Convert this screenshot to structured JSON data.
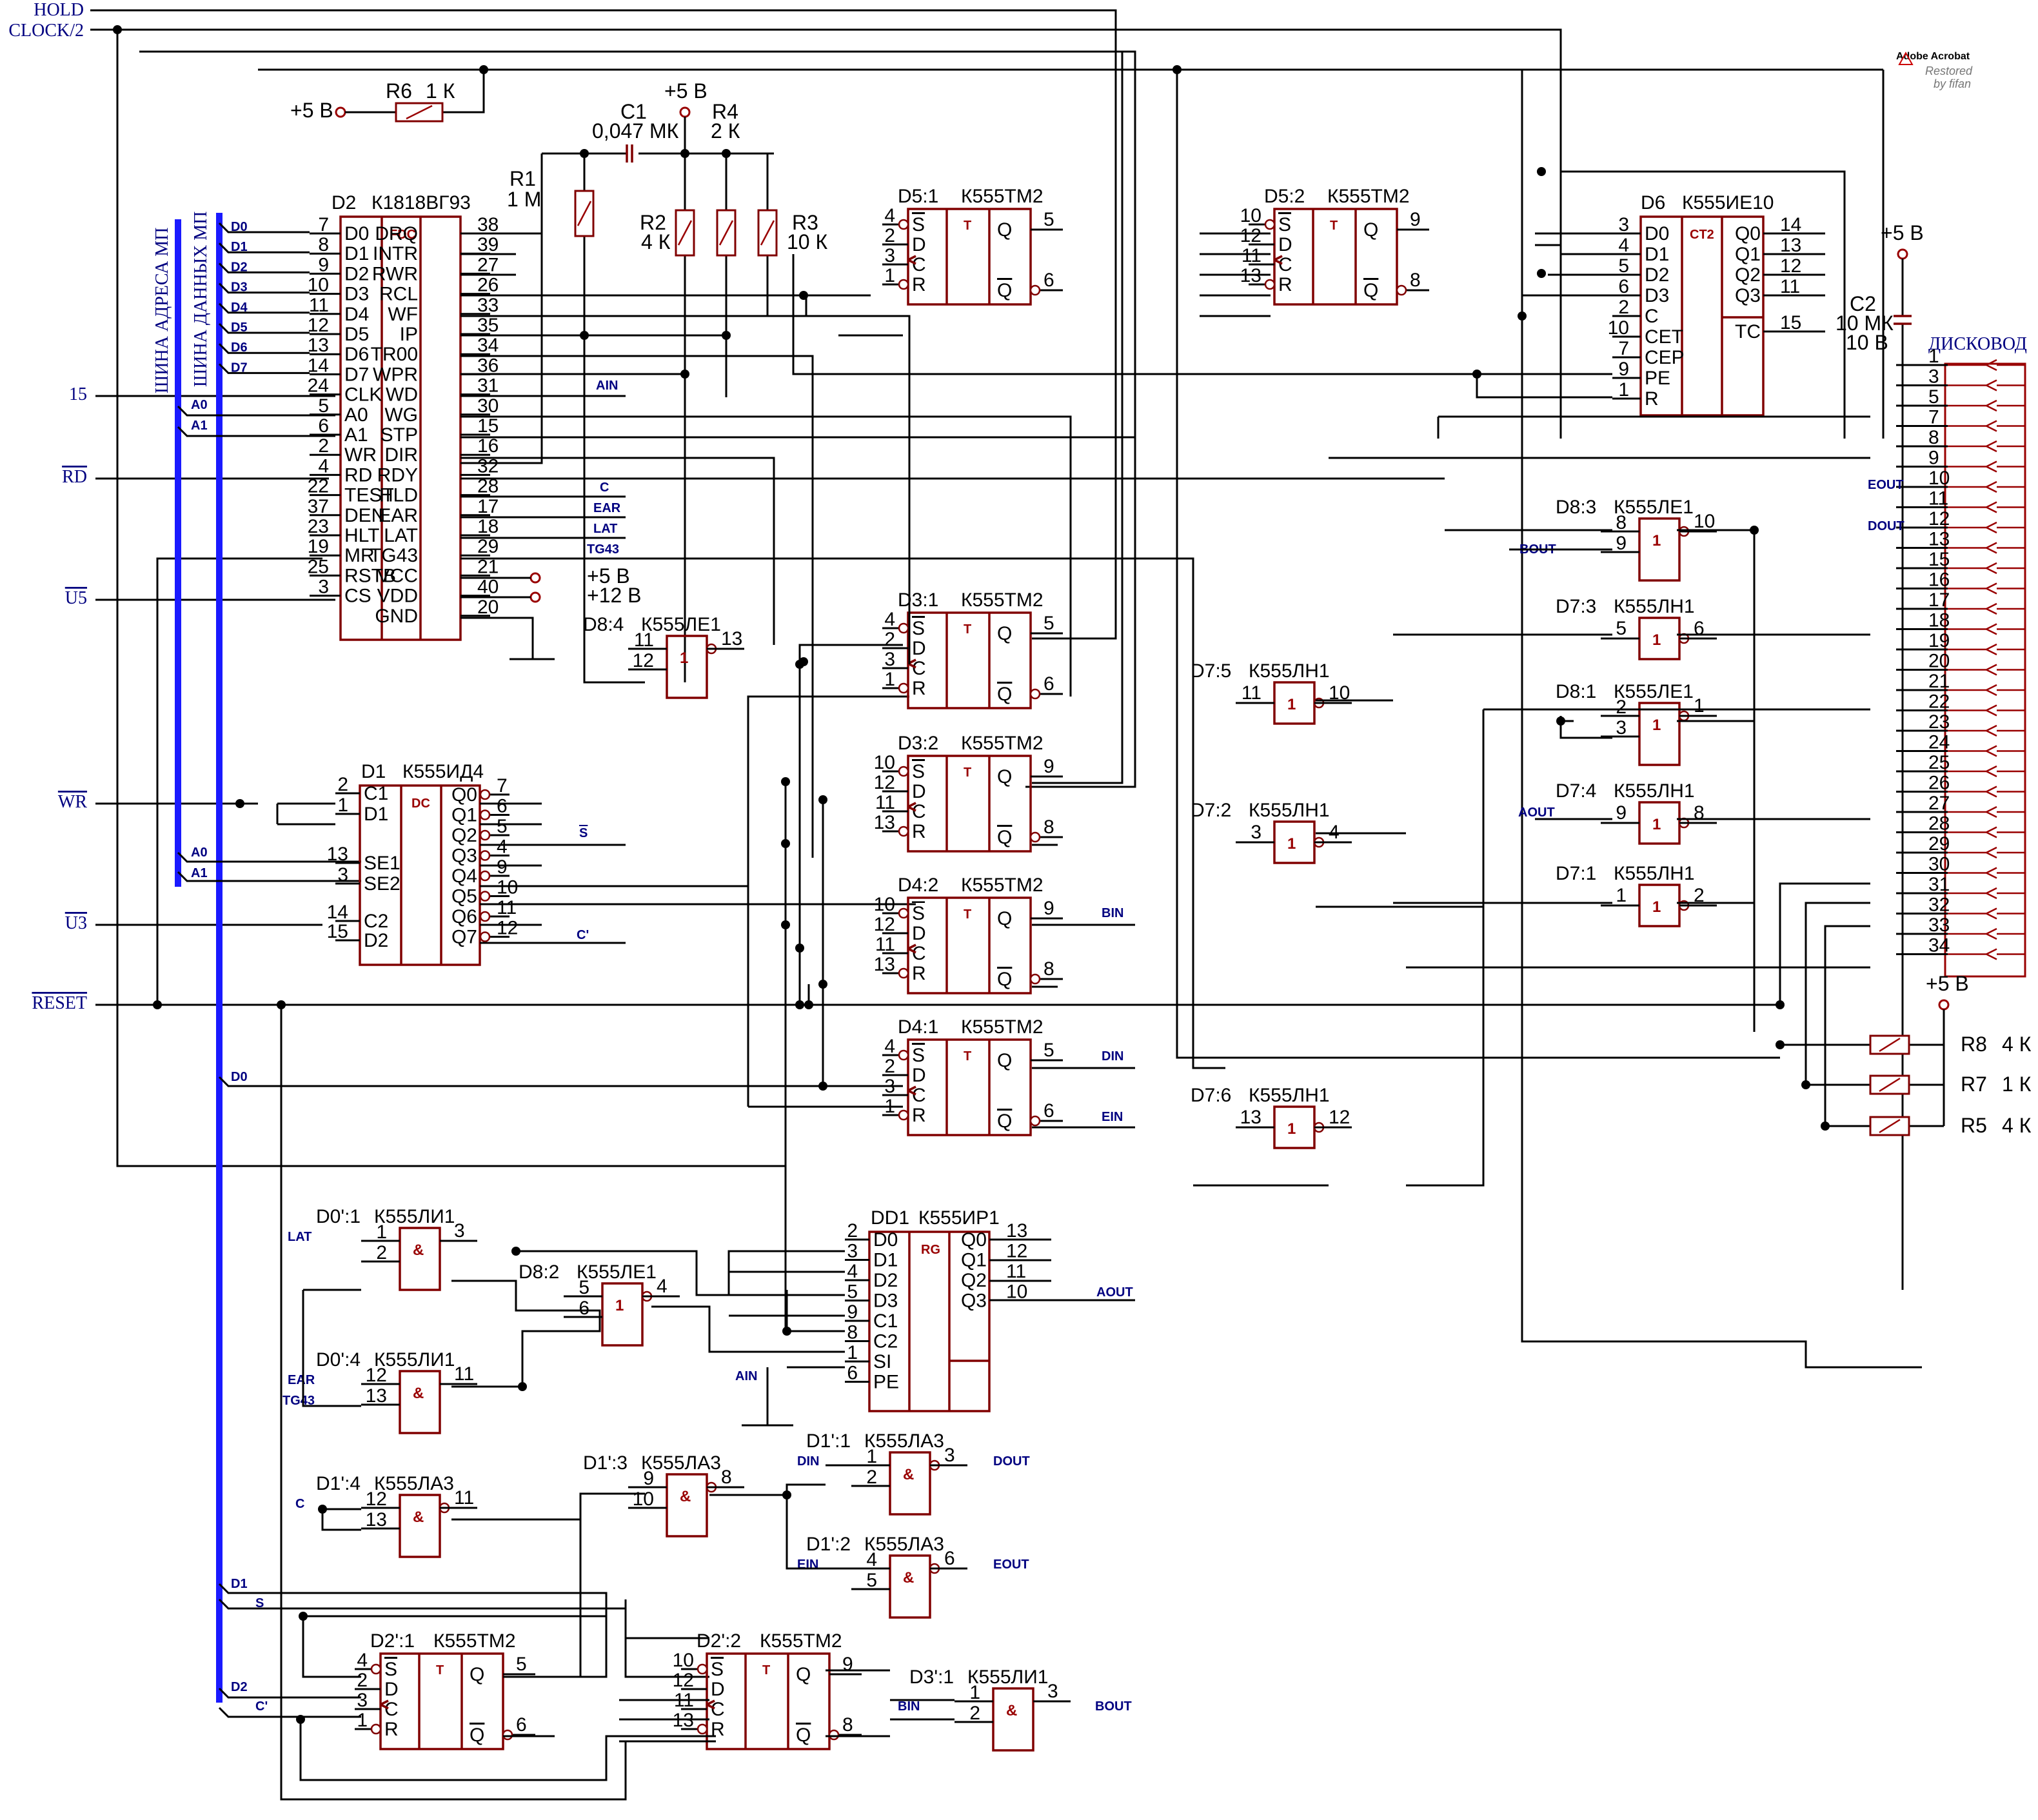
{
  "top_signals": {
    "hold": "HOLD",
    "clock2": "CLOCK/2"
  },
  "left_signals": {
    "s15": "15",
    "rd": "RD",
    "u5": "U5",
    "wr": "WR",
    "u3": "U3",
    "reset": "RESET"
  },
  "buses": {
    "address": "ШИНА АДРЕСА МП",
    "data": "ШИНА ДАННЫХ МП"
  },
  "bus_taps": {
    "data": [
      "D0",
      "D1",
      "D2",
      "D3",
      "D4",
      "D5",
      "D6",
      "D7"
    ],
    "a0": "A0",
    "a1": "A1",
    "a0b": "A0",
    "a1b": "A1",
    "d0": "D0",
    "d1": "D1",
    "d2": "D2",
    "s": "S",
    "cprime": "C'"
  },
  "logo": {
    "line1": "Adobe Acrobat",
    "line2": "Restored",
    "line3": "by fifan"
  },
  "connector": {
    "name": "ДИСКОВОД",
    "pins": [
      "1",
      "3",
      "5",
      "7",
      "8",
      "9",
      "10",
      "11",
      "12",
      "13",
      "15",
      "16",
      "17",
      "18",
      "19",
      "20",
      "21",
      "22",
      "23",
      "24",
      "25",
      "26",
      "27",
      "28",
      "29",
      "30",
      "31",
      "32",
      "33",
      "34"
    ],
    "eout": "EOUT",
    "dout": "DOUT"
  },
  "power": {
    "vcc": "+5 В",
    "v12": "+12 В"
  },
  "components": {
    "R6": {
      "ref": "R6",
      "value": "1 К"
    },
    "C1": {
      "ref": "C1",
      "value": "0,047 МК"
    },
    "R4": {
      "ref": "R4",
      "value": "2 К"
    },
    "R1": {
      "ref": "R1",
      "value": "1 М"
    },
    "R2": {
      "ref": "R2",
      "value": "4 К"
    },
    "R3": {
      "ref": "R3",
      "value": "10 К"
    },
    "C2": {
      "ref": "C2",
      "value1": "10 МК",
      "value2": "10 В"
    },
    "R8": {
      "ref": "R8",
      "value": "4 К"
    },
    "R7": {
      "ref": "R7",
      "value": "1 К"
    },
    "R5": {
      "ref": "R5",
      "value": "4 К"
    }
  },
  "chips": {
    "D2": {
      "ref": "D2",
      "part": "К1818ВГ93",
      "type": "FDC",
      "left_pins": [
        [
          "7",
          "D0"
        ],
        [
          "8",
          "D1"
        ],
        [
          "9",
          "D2"
        ],
        [
          "10",
          "D3"
        ],
        [
          "11",
          "D4"
        ],
        [
          "12",
          "D5"
        ],
        [
          "13",
          "D6"
        ],
        [
          "14",
          "D7"
        ],
        [
          "24",
          "CLK"
        ],
        [
          "5",
          "A0"
        ],
        [
          "6",
          "A1"
        ],
        [
          "2",
          "WR"
        ],
        [
          "4",
          "RD"
        ],
        [
          "22",
          "TEST"
        ],
        [
          "37",
          "DEN"
        ],
        [
          "23",
          "HLT"
        ],
        [
          "19",
          "MR"
        ],
        [
          "25",
          "RSTB"
        ],
        [
          "3",
          "CS"
        ]
      ],
      "right_pins": [
        [
          "38",
          "DRQ"
        ],
        [
          "39",
          "INTR"
        ],
        [
          "27",
          "RWR"
        ],
        [
          "26",
          "RCL"
        ],
        [
          "33",
          "WF"
        ],
        [
          "35",
          "IP"
        ],
        [
          "34",
          "TR00"
        ],
        [
          "36",
          "WPR"
        ],
        [
          "31",
          "WD"
        ],
        [
          "30",
          "WG"
        ],
        [
          "15",
          "STP"
        ],
        [
          "16",
          "DIR"
        ],
        [
          "32",
          "RDY"
        ],
        [
          "28",
          "HLD"
        ],
        [
          "17",
          "EAR"
        ],
        [
          "18",
          "LAT"
        ],
        [
          "29",
          "TG43"
        ],
        [
          "21",
          "VCC"
        ],
        [
          "40",
          "VDD"
        ],
        [
          "20",
          "GND"
        ]
      ]
    },
    "D1": {
      "ref": "D1",
      "part": "К555ИД4",
      "type": "DC",
      "left_pins": [
        [
          "2",
          "C1"
        ],
        [
          "1",
          "D1"
        ],
        [
          "13",
          "SE1"
        ],
        [
          "3",
          "SE2"
        ],
        [
          "14",
          "C2"
        ],
        [
          "15",
          "D2"
        ]
      ],
      "right_pins": [
        [
          "7",
          "Q0"
        ],
        [
          "6",
          "Q1"
        ],
        [
          "5",
          "Q2"
        ],
        [
          "4",
          "Q3"
        ],
        [
          "9",
          "Q4"
        ],
        [
          "10",
          "Q5"
        ],
        [
          "11",
          "Q6"
        ],
        [
          "12",
          "Q7"
        ]
      ]
    },
    "D6": {
      "ref": "D6",
      "part": "К555ИЕ10",
      "type": "CT2",
      "left_pins": [
        [
          "3",
          "D0"
        ],
        [
          "4",
          "D1"
        ],
        [
          "5",
          "D2"
        ],
        [
          "6",
          "D3"
        ],
        [
          "2",
          "C"
        ],
        [
          "10",
          "CET"
        ],
        [
          "7",
          "CEP"
        ],
        [
          "9",
          "PE"
        ],
        [
          "1",
          "R"
        ]
      ],
      "right_pins": [
        [
          "14",
          "Q0"
        ],
        [
          "13",
          "Q1"
        ],
        [
          "12",
          "Q2"
        ],
        [
          "11",
          "Q3"
        ],
        [
          "15",
          "TC"
        ]
      ]
    },
    "DD1": {
      "ref": "DD1",
      "part": "К555ИР1",
      "type": "RG",
      "left_pins": [
        [
          "2",
          "D0"
        ],
        [
          "3",
          "D1"
        ],
        [
          "4",
          "D2"
        ],
        [
          "5",
          "D3"
        ],
        [
          "9",
          "C1"
        ],
        [
          "8",
          "C2"
        ],
        [
          "1",
          "SI"
        ],
        [
          "6",
          "PE"
        ]
      ],
      "right_pins": [
        [
          "13",
          "Q0"
        ],
        [
          "12",
          "Q1"
        ],
        [
          "11",
          "Q2"
        ],
        [
          "10",
          "Q3"
        ]
      ]
    },
    "D5_1": {
      "ref": "D5:1",
      "part": "К555ТМ2",
      "pins": [
        "4",
        "2",
        "3",
        "1",
        "5",
        "6"
      ]
    },
    "D5_2": {
      "ref": "D5:2",
      "part": "К555ТМ2",
      "pins": [
        "10",
        "12",
        "11",
        "13",
        "9",
        "8"
      ]
    },
    "D3_1": {
      "ref": "D3:1",
      "part": "К555ТМ2",
      "pins": [
        "4",
        "2",
        "3",
        "1",
        "5",
        "6"
      ]
    },
    "D3_2": {
      "ref": "D3:2",
      "part": "К555ТМ2",
      "pins": [
        "10",
        "12",
        "11",
        "13",
        "9",
        "8"
      ]
    },
    "D4_2": {
      "ref": "D4:2",
      "part": "К555ТМ2",
      "pins": [
        "10",
        "12",
        "11",
        "13",
        "9",
        "8"
      ]
    },
    "D4_1": {
      "ref": "D4:1",
      "part": "К555ТМ2",
      "pins": [
        "4",
        "2",
        "3",
        "1",
        "5",
        "6"
      ]
    },
    "D2p_1": {
      "ref": "D2':1",
      "part": "К555ТМ2",
      "pins": [
        "4",
        "2",
        "3",
        "1",
        "5",
        "6"
      ]
    },
    "D2p_2": {
      "ref": "D2':2",
      "part": "К555ТМ2",
      "pins": [
        "10",
        "12",
        "11",
        "13",
        "9",
        "8"
      ]
    },
    "D8_4": {
      "ref": "D8:4",
      "part": "К555ЛЕ1",
      "pins": [
        "11",
        "12",
        "13"
      ]
    },
    "D8_3": {
      "ref": "D8:3",
      "part": "К555ЛЕ1",
      "pins": [
        "8",
        "9",
        "10"
      ]
    },
    "D8_1": {
      "ref": "D8:1",
      "part": "К555ЛЕ1",
      "pins": [
        "2",
        "3",
        "1"
      ]
    },
    "D8_2": {
      "ref": "D8:2",
      "part": "К555ЛЕ1",
      "pins": [
        "5",
        "6",
        "4"
      ]
    },
    "D7_3": {
      "ref": "D7:3",
      "part": "К555ЛН1",
      "pins": [
        "5",
        "6"
      ]
    },
    "D7_5": {
      "ref": "D7:5",
      "part": "К555ЛН1",
      "pins": [
        "11",
        "10"
      ]
    },
    "D7_4": {
      "ref": "D7:4",
      "part": "К555ЛН1",
      "pins": [
        "9",
        "8"
      ]
    },
    "D7_2": {
      "ref": "D7:2",
      "part": "К555ЛН1",
      "pins": [
        "3",
        "4"
      ]
    },
    "D7_1": {
      "ref": "D7:1",
      "part": "К555ЛН1",
      "pins": [
        "1",
        "2"
      ]
    },
    "D7_6": {
      "ref": "D7:6",
      "part": "К555ЛН1",
      "pins": [
        "13",
        "12"
      ]
    },
    "D0p_1": {
      "ref": "D0':1",
      "part": "К555ЛИ1",
      "pins": [
        "1",
        "2",
        "3"
      ]
    },
    "D0p_4": {
      "ref": "D0':4",
      "part": "К555ЛИ1",
      "pins": [
        "12",
        "13",
        "11"
      ]
    },
    "D1p_4": {
      "ref": "D1':4",
      "part": "К555ЛА3",
      "pins": [
        "12",
        "13",
        "11"
      ]
    },
    "D1p_3": {
      "ref": "D1':3",
      "part": "К555ЛА3",
      "pins": [
        "9",
        "10",
        "8"
      ]
    },
    "D1p_1": {
      "ref": "D1':1",
      "part": "К555ЛА3",
      "pins": [
        "1",
        "2",
        "3"
      ]
    },
    "D1p_2": {
      "ref": "D1':2",
      "part": "К555ЛА3",
      "pins": [
        "4",
        "5",
        "6"
      ]
    },
    "D3p_1": {
      "ref": "D3':1",
      "part": "К555ЛИ1",
      "pins": [
        "1",
        "2",
        "3"
      ]
    }
  },
  "nets": {
    "ain": "AIN",
    "c": "C",
    "ear": "EAR",
    "lat": "LAT",
    "tg43": "TG43",
    "s_bar": "S",
    "c_prime": "C'",
    "bin": "BIN",
    "din": "DIN",
    "ein": "EIN",
    "bout": "BOUT",
    "aout": "AOUT",
    "dout": "DOUT",
    "eout": "EOUT",
    "bout2": "BOUT"
  },
  "gate_symbols": {
    "or": "1",
    "not": "1",
    "and": "&",
    "trigger": "T"
  }
}
